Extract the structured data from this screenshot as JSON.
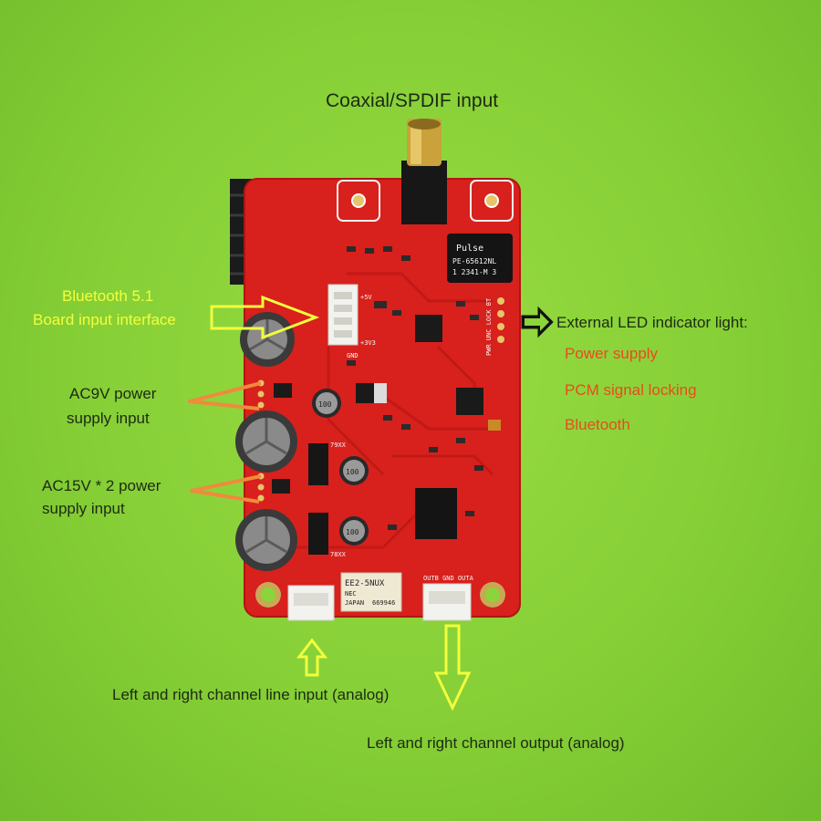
{
  "labels": {
    "coaxial": "Coaxial/SPDIF input",
    "bluetooth_line1": "Bluetooth 5.1",
    "bluetooth_line2": "Board input interface",
    "ac9v_line1": "AC9V power",
    "ac9v_line2": "supply input",
    "ac15v_line1": "AC15V * 2 power",
    "ac15v_line2": "supply input",
    "led_title": "External LED indicator light:",
    "led_power": "Power supply",
    "led_pcm": "PCM signal locking",
    "led_bt": "Bluetooth",
    "line_input": "Left and right channel line input (analog)",
    "line_output": "Left and right channel output (analog)"
  },
  "silkscreen": {
    "pulse_brand": "Pulse",
    "pulse_part": "PE-65612NL",
    "pulse_code": "1 2341-M 3",
    "relay_part": "EE2-5NUX",
    "relay_brand": "NEC",
    "relay_origin": "JAPAN",
    "relay_code": "669946",
    "out_header": "OUTB GND OUTA",
    "led_header": "PWR UNC LOCK BT",
    "cap_value": "100",
    "reg_78": "78XX",
    "reg_79": "79XX",
    "plus5v": "+5V",
    "plus33v": "+3V3",
    "gnd": "GND"
  },
  "colors": {
    "background": "#8bd43a",
    "pcb": "#d8201c",
    "yellow_text": "#f2ff3c",
    "orange_text": "#ea4b1e",
    "dark_text": "#1d2a14",
    "arrow_orange": "#f08a3c"
  }
}
